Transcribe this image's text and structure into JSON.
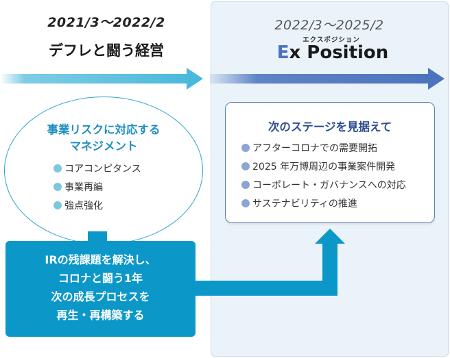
{
  "left": {
    "period": "2021/3〜2022/2",
    "heading": "デフレと闘う経営"
  },
  "right": {
    "period": "2022/3〜2025/2",
    "ruby": "エクスポジション",
    "heading_accent": "E",
    "heading_rest": "x Position"
  },
  "ellipse": {
    "title_line1": "事業リスクに対応する",
    "title_line2": "マネジメント",
    "items": [
      "コアコンピタンス",
      "事業再編",
      "強点強化"
    ]
  },
  "blue_box": {
    "lines": [
      "IRの残課題を解決し、",
      "コロナと闘う1年",
      "次の成長プロセスを",
      "再生・再構築する"
    ]
  },
  "white_box": {
    "title": "次のステージを見据えて",
    "items": [
      "アフターコロナでの需要開拓",
      "2025 年万博周辺の事業案件開発",
      "コーポレート・ガバナンスへの対応",
      "サステナビリティの推進"
    ]
  },
  "colors": {
    "teal": "#0b98c9",
    "teal_light": "#7cc7de",
    "navy": "#4873c0",
    "navy_light": "#8ea4d6",
    "panel_bg": "#eaf3f9"
  }
}
